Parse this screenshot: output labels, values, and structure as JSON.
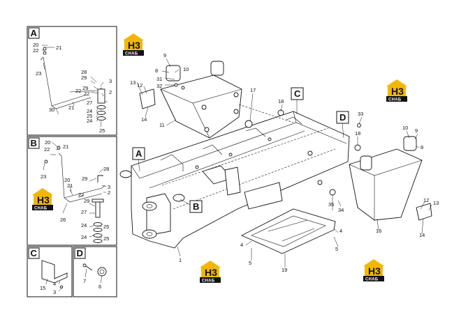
{
  "logo": {
    "text_top": "H3",
    "text_bottom": "CHAБ",
    "colors": {
      "roof": "#f2b705",
      "badge": "#111111",
      "mark": "#111111"
    }
  },
  "insets": {
    "A": {
      "label": "A",
      "callouts": [
        "20",
        "21",
        "22",
        "23",
        "30",
        "21",
        "22",
        "28",
        "29",
        "3",
        "2",
        "29",
        "22",
        "27",
        "24",
        "25",
        "24",
        "25"
      ]
    },
    "B": {
      "label": "B",
      "callouts": [
        "20",
        "21",
        "22",
        "23",
        "29",
        "28",
        "20",
        "21",
        "22",
        "3",
        "2",
        "29",
        "27",
        "26",
        "24",
        "25",
        "24",
        "25"
      ]
    },
    "C": {
      "label": "C",
      "callouts": [
        "15",
        "4",
        "3"
      ]
    },
    "D": {
      "label": "D",
      "callouts": [
        "7",
        "6"
      ]
    }
  },
  "main": {
    "labels": [
      "A",
      "B",
      "C",
      "D"
    ],
    "callouts": [
      "9",
      "8",
      "10",
      "31",
      "32",
      "13",
      "12",
      "14",
      "11",
      "17",
      "18",
      "33",
      "18",
      "10",
      "9",
      "8",
      "12",
      "13",
      "14",
      "16",
      "35",
      "34",
      "4",
      "5",
      "4",
      "5",
      "19",
      "1"
    ]
  }
}
